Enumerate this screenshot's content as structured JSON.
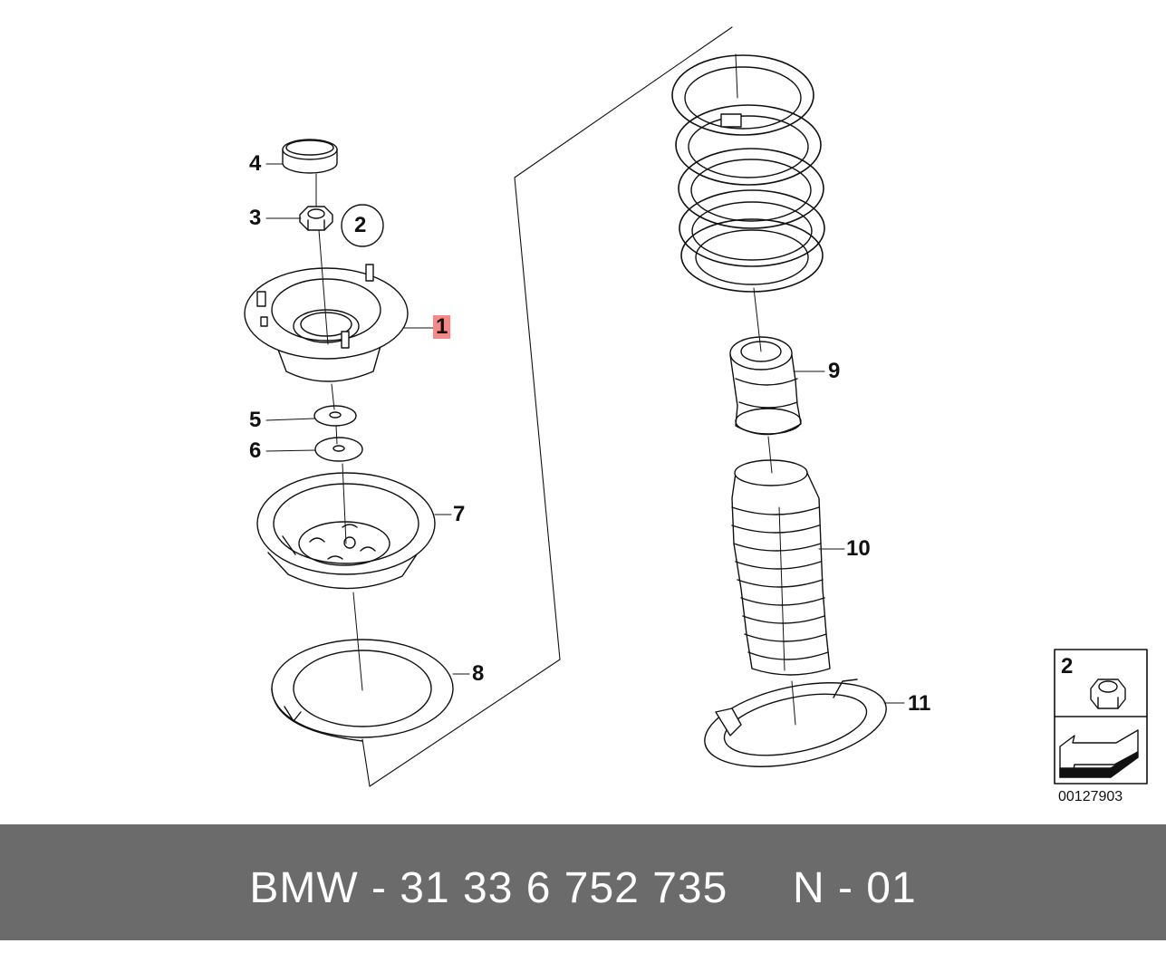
{
  "callouts": {
    "c1": "1",
    "c2": "2",
    "c3": "3",
    "c4": "4",
    "c5": "5",
    "c6": "6",
    "c7": "7",
    "c8": "8",
    "c9": "9",
    "c10": "10",
    "c11": "11"
  },
  "inset": {
    "label": "2"
  },
  "reference_number": "00127903",
  "footer": {
    "text": "BMW - 31 33 6 752 735     N - 01"
  },
  "colors": {
    "highlight": "#f28a8a",
    "footer_bg": "#6b6b6b",
    "footer_text": "#ffffff"
  }
}
